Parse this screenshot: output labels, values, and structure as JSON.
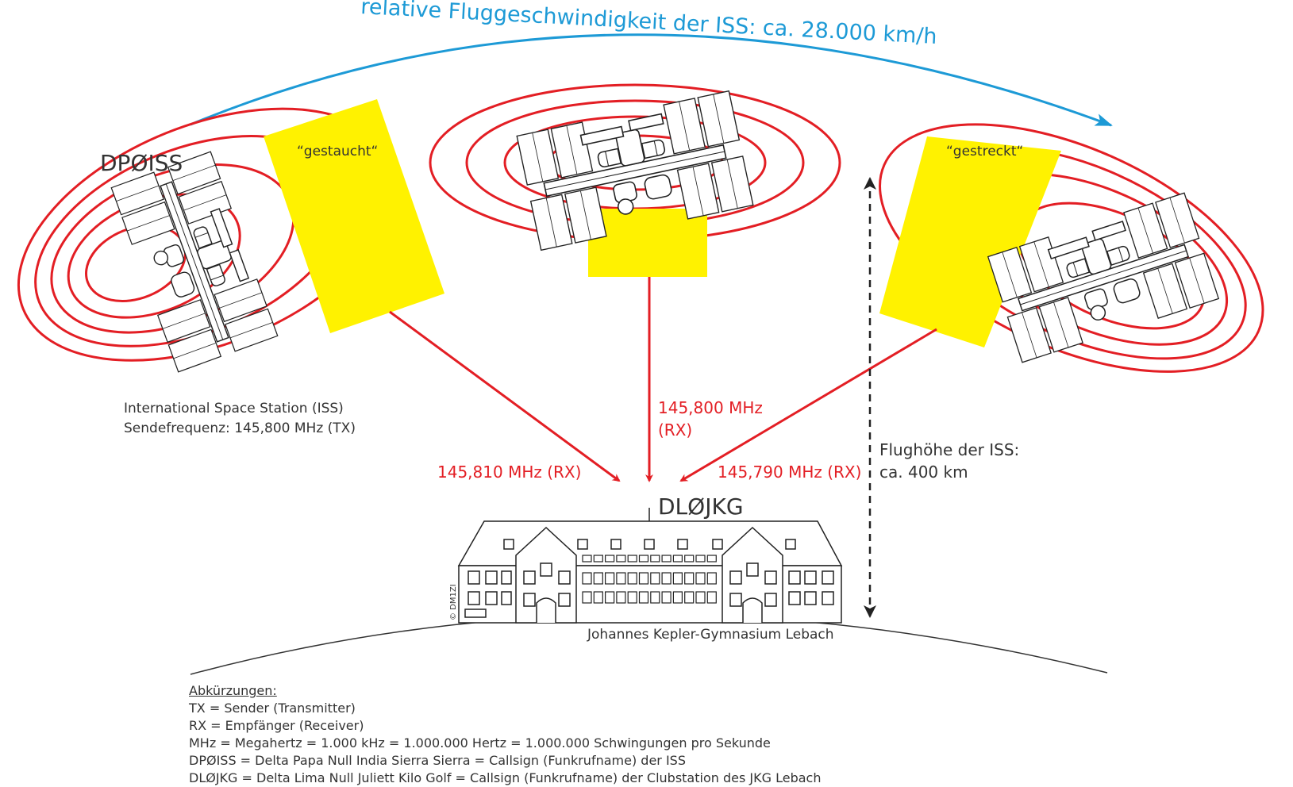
{
  "title": "relative Fluggeschwindigkeit der ISS: ca. 28.000 km/h",
  "iss_callsign": "DPØISS",
  "compressed_label": "“gestaucht“",
  "stretched_label": "“gestreckt“",
  "iss_name": "International Space Station (ISS)",
  "iss_tx": "Sendefrequenz: 145,800 MHz (TX)",
  "freq_center_1": "145,800 MHz",
  "freq_center_2": "(RX)",
  "freq_left": "145,810 MHz (RX)",
  "freq_right": "145,790 MHz (RX)",
  "altitude_1": "Flughöhe der ISS:",
  "altitude_2": "ca. 400 km",
  "ground_callsign": "DLØJKG",
  "school_name": "Johannes Kepler-Gymnasium Lebach",
  "copyright": "© DM1ZI",
  "abbreviations": {
    "heading": "Abkürzungen:",
    "items": [
      "TX = Sender (Transmitter)",
      "RX = Empfänger (Receiver)",
      "MHz = Megahertz = 1.000 kHz = 1.000.000 Hertz = 1.000.000 Schwingungen pro Sekunde",
      "DPØISS = Delta Papa Null India Sierra Sierra = Callsign (Funkrufname) der ISS",
      "DLØJKG = Delta Lima Null Juliett Kilo Golf = Callsign (Funkrufname) der Clubstation des JKG Lebach"
    ]
  },
  "colors": {
    "accent_blue": "#1d9ad6",
    "signal_red": "#e31e24",
    "highlight_yellow": "#fff200",
    "text": "#333333"
  },
  "icons": [
    "iss-station-icon",
    "school-building-icon"
  ]
}
